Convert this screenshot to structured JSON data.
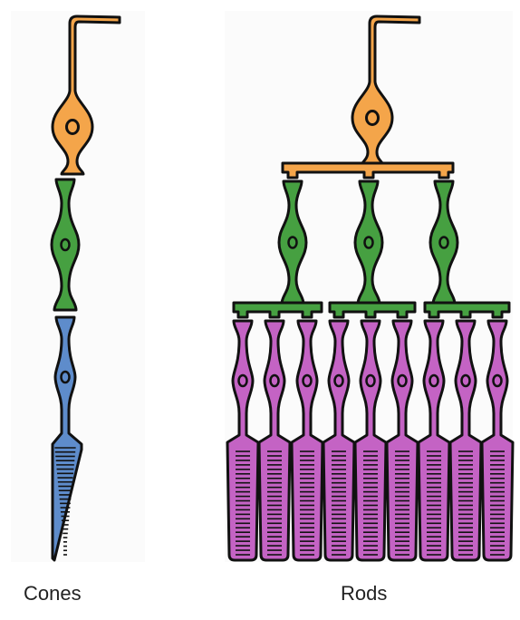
{
  "labels": {
    "cones": "Cones",
    "rods": "Rods"
  },
  "colors": {
    "ganglion": "#f4a54a",
    "bipolar": "#46a041",
    "cone": "#5e8ccb",
    "rod": "#c463c4",
    "outline": "#111111"
  },
  "cell_counts": {
    "cone_pathway": {
      "ganglion": 1,
      "bipolar": 1,
      "cones": 1
    },
    "rod_pathway": {
      "ganglion": 1,
      "bipolar": 3,
      "rods": 9
    }
  }
}
